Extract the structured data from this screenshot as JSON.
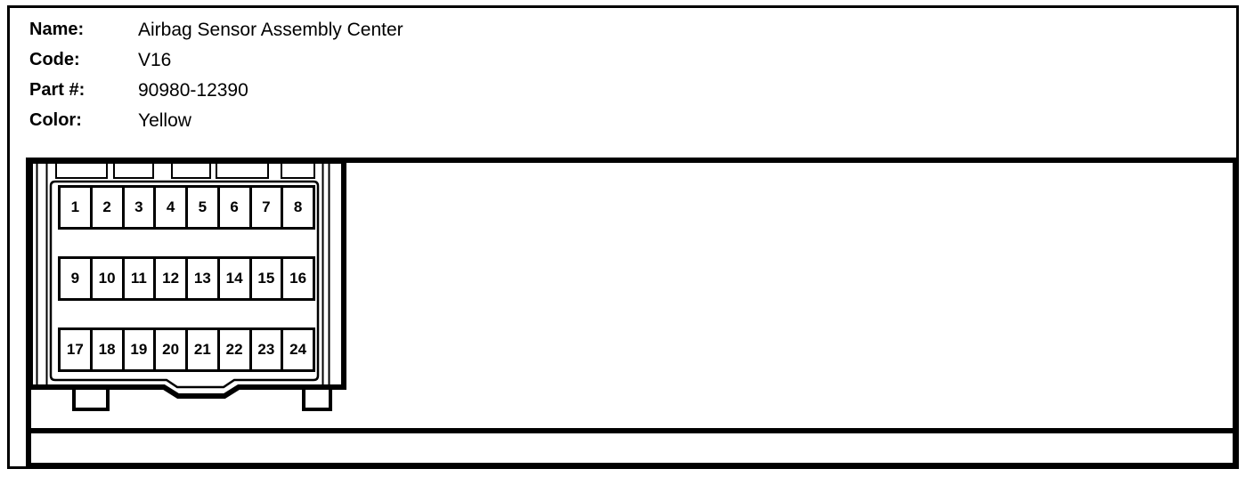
{
  "header": {
    "fields": [
      {
        "label": "Name:",
        "value": "Airbag Sensor Assembly Center"
      },
      {
        "label": "Code:",
        "value": "V16"
      },
      {
        "label": "Part #:",
        "value": "90980-12390"
      },
      {
        "label": "Color:",
        "value": "Yellow"
      }
    ]
  },
  "connector": {
    "pin_count": 24,
    "rows": [
      [
        "1",
        "2",
        "3",
        "4",
        "5",
        "6",
        "7",
        "8"
      ],
      [
        "9",
        "10",
        "11",
        "12",
        "13",
        "14",
        "15",
        "16"
      ],
      [
        "17",
        "18",
        "19",
        "20",
        "21",
        "22",
        "23",
        "24"
      ]
    ]
  },
  "colors": {
    "line": "#000000",
    "background": "#ffffff"
  }
}
